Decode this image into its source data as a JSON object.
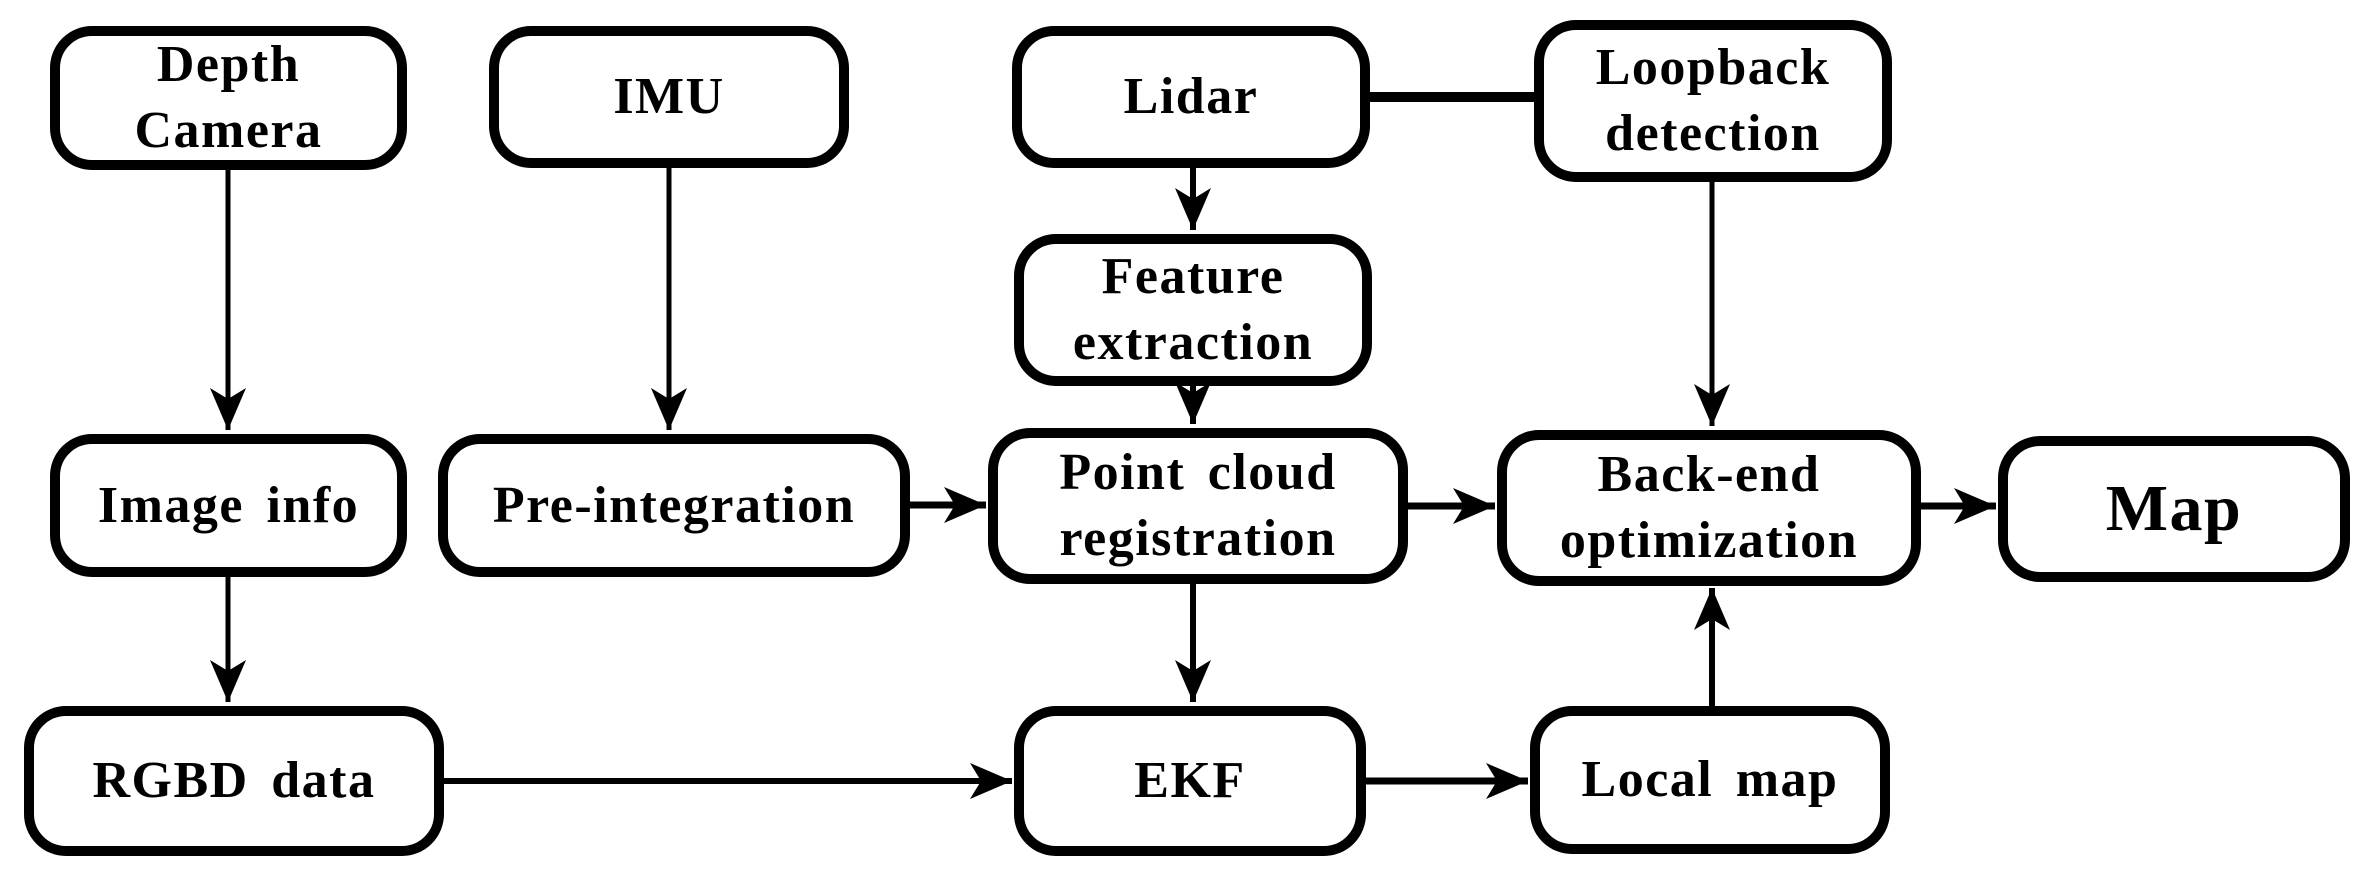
{
  "figure": {
    "background_color": "#ffffff",
    "ink_color": "#000000",
    "type": "flowchart",
    "nodes": {
      "depth_camera": {
        "label": "Depth\nCamera"
      },
      "imu": {
        "label": "IMU"
      },
      "lidar": {
        "label": "Lidar"
      },
      "loopback_detection": {
        "label": "Loopback\ndetection"
      },
      "feature_extraction": {
        "label": "Feature\nextraction"
      },
      "image_info": {
        "label": "Image info"
      },
      "pre_integration": {
        "label": "Pre-integration"
      },
      "point_cloud_registration": {
        "label": "Point cloud\nregistration"
      },
      "backend_optimization": {
        "label": "Back-end\noptimization"
      },
      "map": {
        "label": "Map"
      },
      "rgbd_data": {
        "label": "RGBD data"
      },
      "ekf": {
        "label": "EKF"
      },
      "local_map": {
        "label": "Local map"
      }
    },
    "edges": [
      {
        "from": "depth_camera",
        "to": "image_info",
        "type": "arrow"
      },
      {
        "from": "imu",
        "to": "pre_integration",
        "type": "arrow"
      },
      {
        "from": "lidar",
        "to": "feature_extraction",
        "type": "arrow"
      },
      {
        "from": "lidar",
        "to": "loopback_detection",
        "type": "line"
      },
      {
        "from": "loopback_detection",
        "to": "backend_optimization",
        "type": "arrow"
      },
      {
        "from": "feature_extraction",
        "to": "point_cloud_registration",
        "type": "arrow"
      },
      {
        "from": "pre_integration",
        "to": "point_cloud_registration",
        "type": "arrow"
      },
      {
        "from": "point_cloud_registration",
        "to": "backend_optimization",
        "type": "arrow"
      },
      {
        "from": "point_cloud_registration",
        "to": "ekf",
        "type": "arrow"
      },
      {
        "from": "backend_optimization",
        "to": "map",
        "type": "arrow"
      },
      {
        "from": "image_info",
        "to": "rgbd_data",
        "type": "arrow"
      },
      {
        "from": "rgbd_data",
        "to": "ekf",
        "type": "arrow"
      },
      {
        "from": "ekf",
        "to": "local_map",
        "type": "arrow"
      },
      {
        "from": "local_map",
        "to": "backend_optimization",
        "type": "arrow"
      }
    ]
  }
}
